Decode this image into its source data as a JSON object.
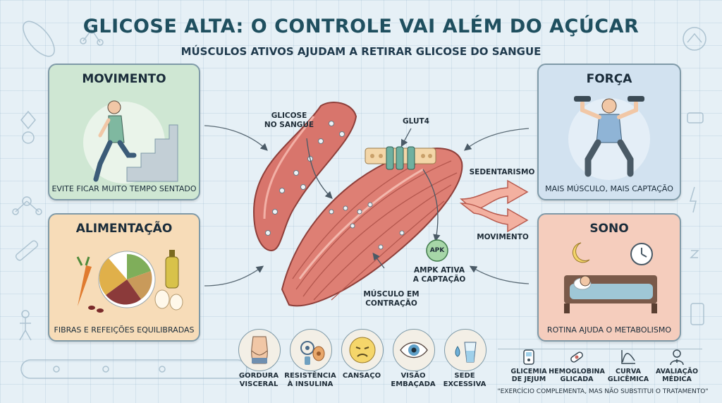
{
  "title": "GLICOSE ALTA: O CONTROLE VAI ALÉM DO AÇÚCAR",
  "subtitle": "MÚSCULOS ATIVOS AJUDAM A RETIRAR GLICOSE DO SANGUE",
  "cards": {
    "movimento": {
      "title": "MOVIMENTO",
      "caption": "EVITE FICAR MUITO TEMPO SENTADO",
      "color": "#cfe7d3"
    },
    "alimentacao": {
      "title": "ALIMENTAÇÃO",
      "caption": "FIBRAS E REFEIÇÕES EQUILIBRADAS",
      "color": "#f7dcb8"
    },
    "forca": {
      "title": "FORÇA",
      "caption": "MAIS MÚSCULO, MAIS CAPTAÇÃO",
      "color": "#d2e2f0"
    },
    "sono": {
      "title": "SONO",
      "caption": "ROTINA AJUDA O METABOLISMO",
      "color": "#f5cdbd"
    }
  },
  "center": {
    "glicose_label": [
      "GLICOSE",
      "NO SANGUE"
    ],
    "glut4_label": "GLUT4",
    "apk_badge": "APK",
    "ampk_label": [
      "AMPK ATIVA",
      "A CAPTAÇÃO"
    ],
    "musculo_label": [
      "MÚSCULO EM",
      "CONTRAÇÃO"
    ],
    "sedentarismo_label": "SEDENTARISMO",
    "movimento_label": "MOVIMENTO"
  },
  "symptoms": [
    {
      "label": [
        "GORDURA",
        "VISCERAL"
      ],
      "icon": "waist-icon"
    },
    {
      "label": [
        "RESISTÊNCIA",
        "À INSULINA"
      ],
      "icon": "insulin-cell-icon"
    },
    {
      "label": [
        "CANSAÇO"
      ],
      "icon": "tired-face-icon"
    },
    {
      "label": [
        "VISÃO",
        "EMBAÇADA"
      ],
      "icon": "eye-icon"
    },
    {
      "label": [
        "SEDE",
        "EXCESSIVA"
      ],
      "icon": "water-glass-icon"
    }
  ],
  "tests": [
    {
      "label": [
        "GLICEMIA",
        "DE JEJUM"
      ],
      "icon": "glucometer-icon"
    },
    {
      "label": [
        "HEMOGLOBINA",
        "GLICADA"
      ],
      "icon": "blood-cell-icon"
    },
    {
      "label": [
        "CURVA",
        "GLICÊMICA"
      ],
      "icon": "curve-chart-icon"
    },
    {
      "label": [
        "AVALIAÇÃO",
        "MÉDICA"
      ],
      "icon": "doctor-icon"
    }
  ],
  "footer_note": "\"EXERCÍCIO COMPLEMENTA, MAS NÃO SUBSTITUI O TRATAMENTO\"",
  "colors": {
    "title": "#1f4f5f",
    "muscle": "#d9786e",
    "vessel": "#c8675f",
    "arrow_red": "#f0a898",
    "accent_green": "#7fbf8a"
  }
}
